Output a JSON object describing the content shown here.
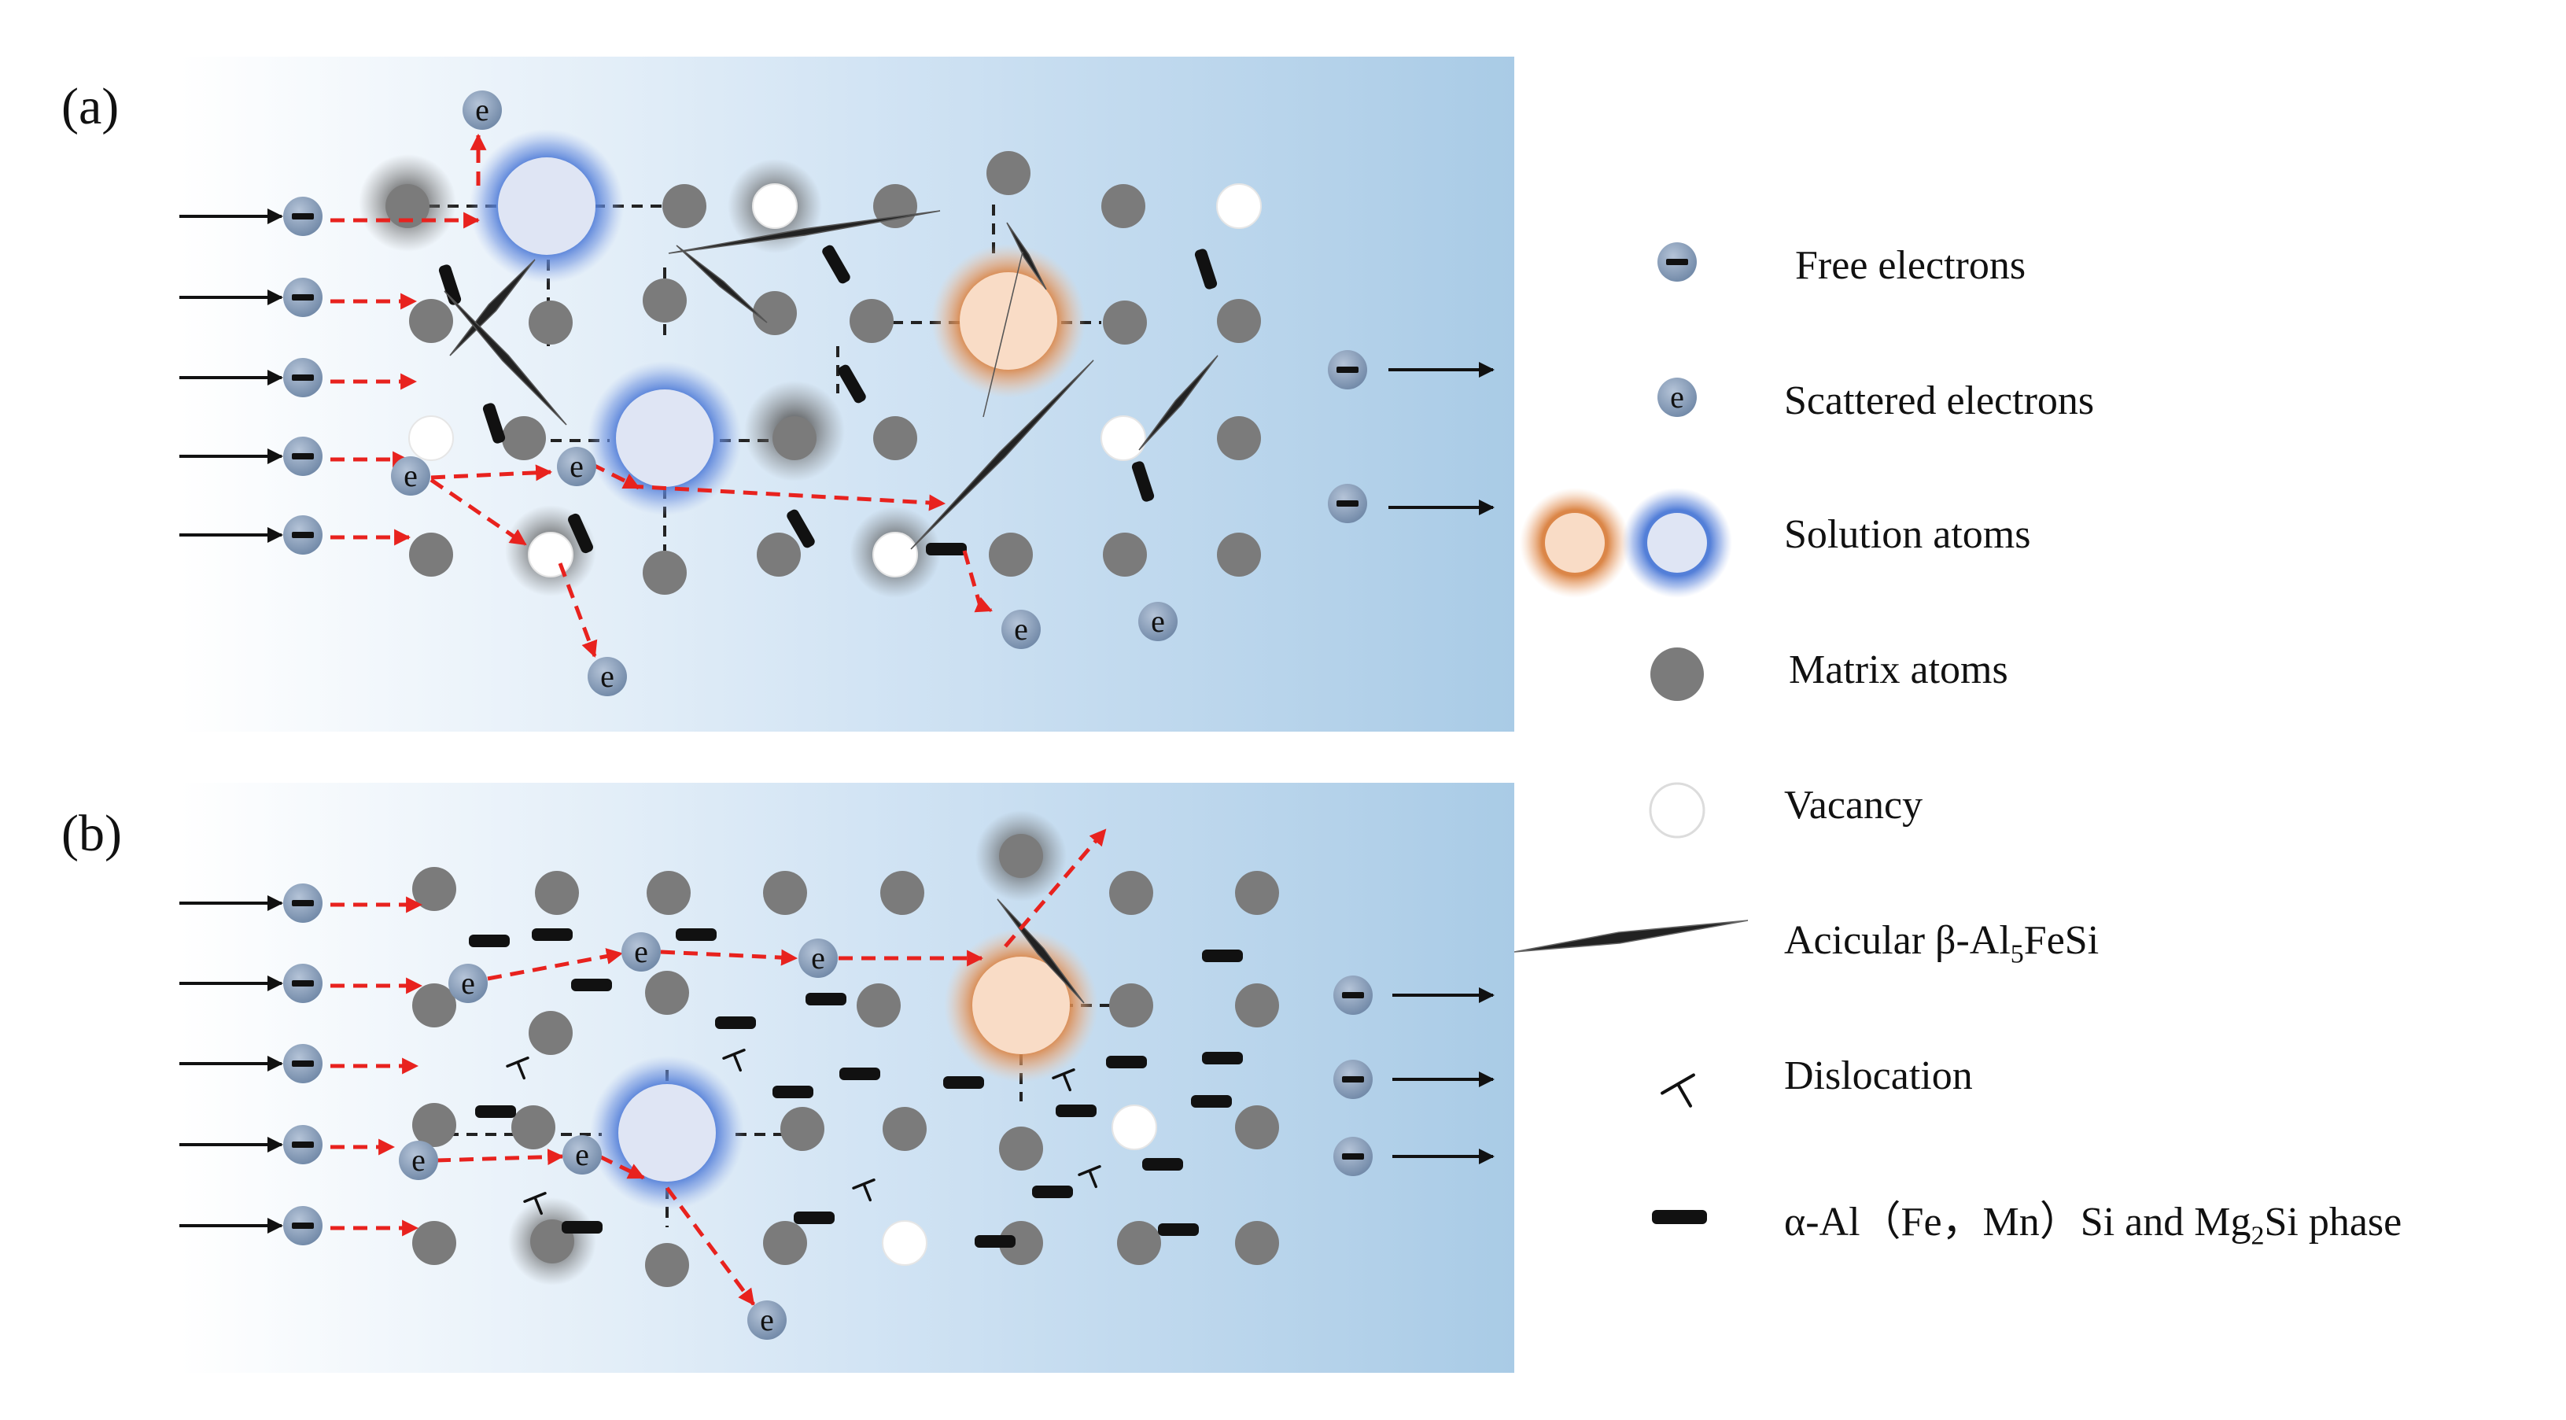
{
  "panels": {
    "a": {
      "label": "(a)"
    },
    "b": {
      "label": "(b)"
    }
  },
  "electron_label": "e",
  "legend": {
    "free_electrons": "Free electrons",
    "scattered_electrons": "Scattered electrons",
    "solution_atoms": "Solution atoms",
    "matrix_atoms": "Matrix atoms",
    "vacancy": "Vacancy",
    "acicular_pre": "Acicular β-Al",
    "acicular_sub": "5",
    "acicular_post": "FeSi",
    "dislocation": "Dislocation",
    "phase_pre": "α-Al（Fe，Mn）Si and Mg",
    "phase_sub": "2",
    "phase_post": "Si phase"
  },
  "colors": {
    "panel_left": "#ffffff",
    "panel_right": "#a9cbe6",
    "matrix_atom": "#7b7b7b",
    "electron": "#8ea3bd",
    "solution_blue_glow": "#4a78d6",
    "solution_blue_core": "#dfe5f4",
    "solution_orange_glow": "#e08a4a",
    "solution_orange_core": "#f9dcc6",
    "scatter_arrow": "#e8221e",
    "flow_arrow": "#111111"
  }
}
